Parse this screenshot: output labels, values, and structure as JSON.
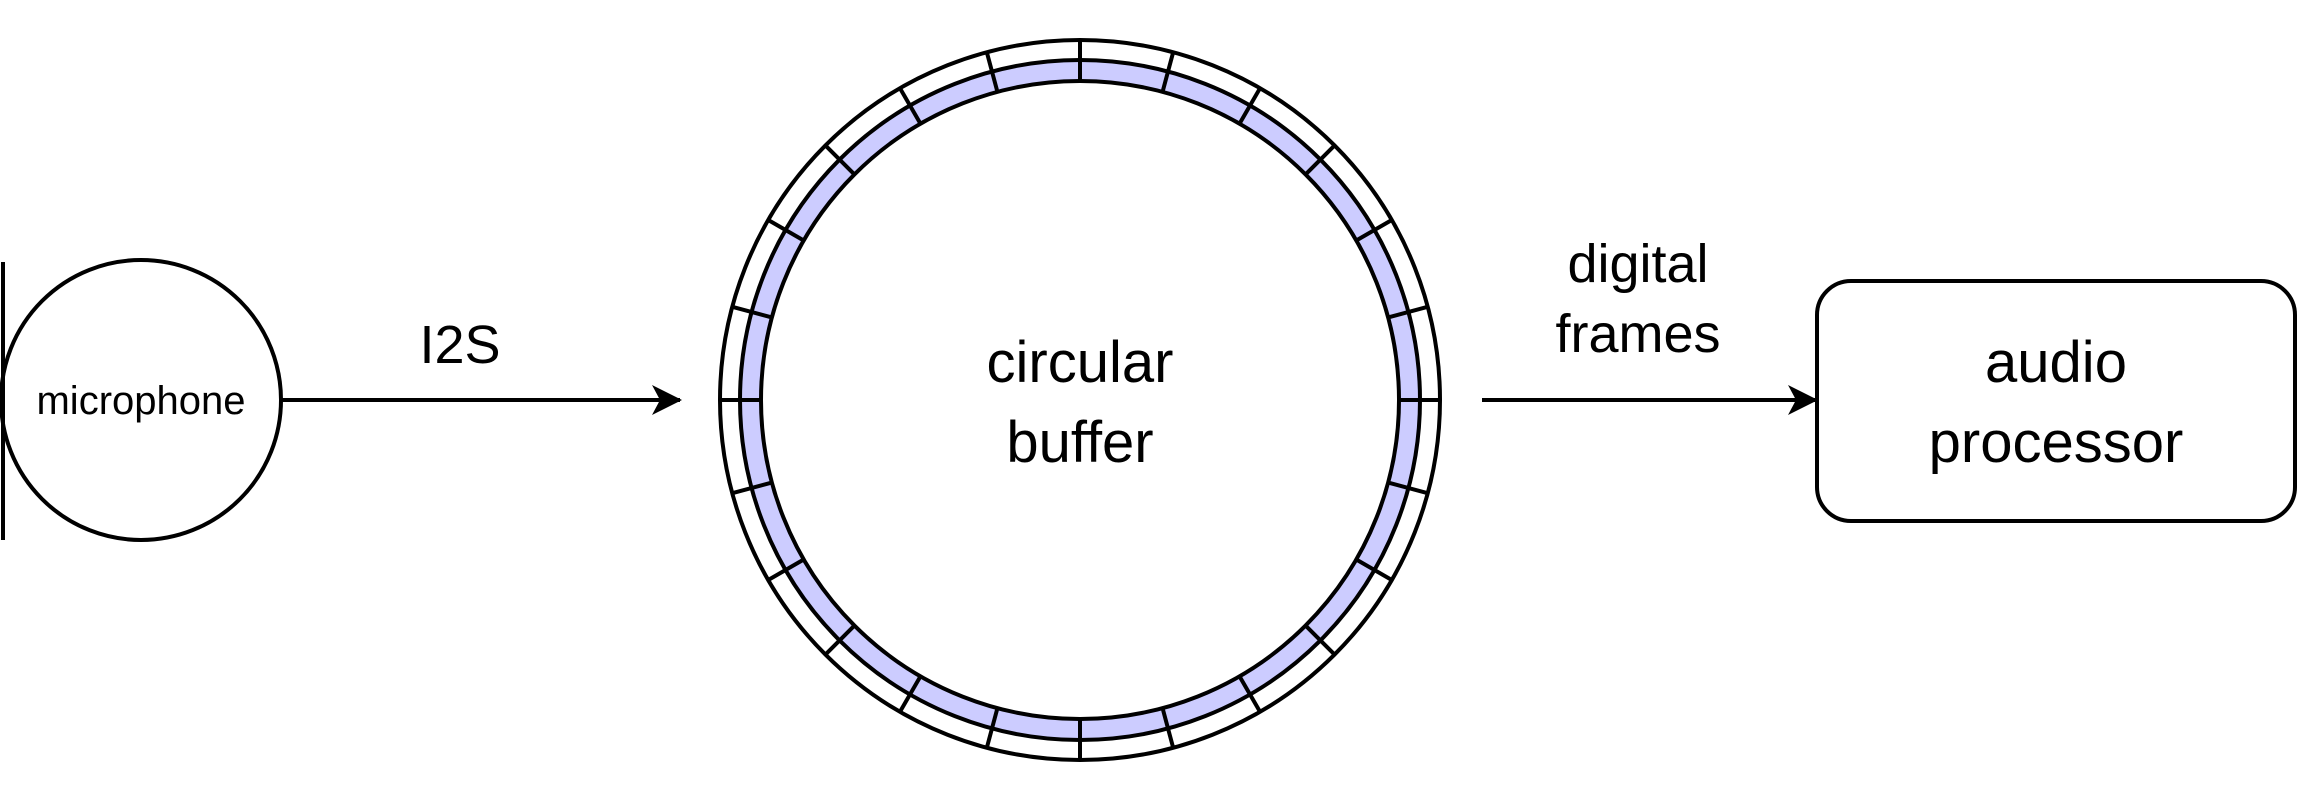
{
  "nodes": {
    "microphone": {
      "label": "microphone"
    },
    "buffer": {
      "label_line1": "circular",
      "label_line2": "buffer",
      "segments": 24
    },
    "processor": {
      "label_line1": "audio",
      "label_line2": "processor"
    }
  },
  "edges": {
    "mic_to_buffer": {
      "label": "I2S"
    },
    "buffer_to_processor": {
      "label_line1": "digital",
      "label_line2": "frames"
    }
  },
  "colors": {
    "ring_fill": "#ccccff",
    "stroke": "#000000",
    "background": "#ffffff"
  }
}
